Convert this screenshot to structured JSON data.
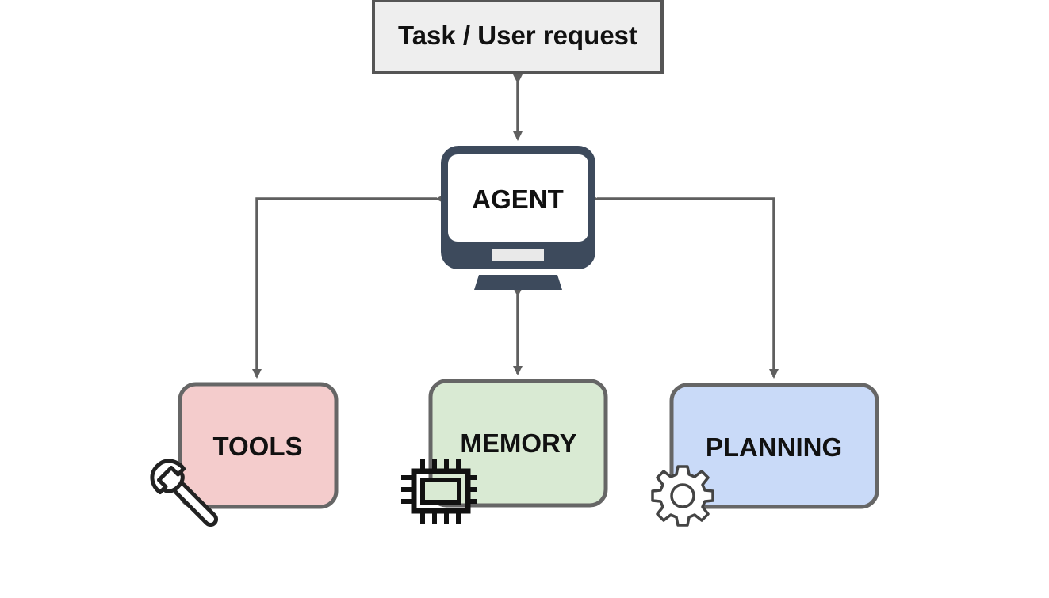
{
  "nodes": {
    "task": {
      "label": "Task / User request"
    },
    "agent": {
      "label": "AGENT"
    },
    "tools": {
      "label": "TOOLS",
      "icon": "wrench-icon"
    },
    "memory": {
      "label": "MEMORY",
      "icon": "chip-icon"
    },
    "planning": {
      "label": "PLANNING",
      "icon": "gear-icon"
    }
  },
  "colors": {
    "task_fill": "#eeeeee",
    "box_stroke": "#555555",
    "monitor": "#3d4a5c",
    "arrow": "#5f5f5f",
    "tools_fill": "#f4cccc",
    "memory_fill": "#d9ead3",
    "planning_fill": "#c9daf8"
  },
  "connections": [
    {
      "from": "task",
      "to": "agent",
      "bidirectional": true
    },
    {
      "from": "agent",
      "to": "tools",
      "bidirectional": true
    },
    {
      "from": "agent",
      "to": "memory",
      "bidirectional": true
    },
    {
      "from": "agent",
      "to": "planning",
      "bidirectional": true
    }
  ]
}
